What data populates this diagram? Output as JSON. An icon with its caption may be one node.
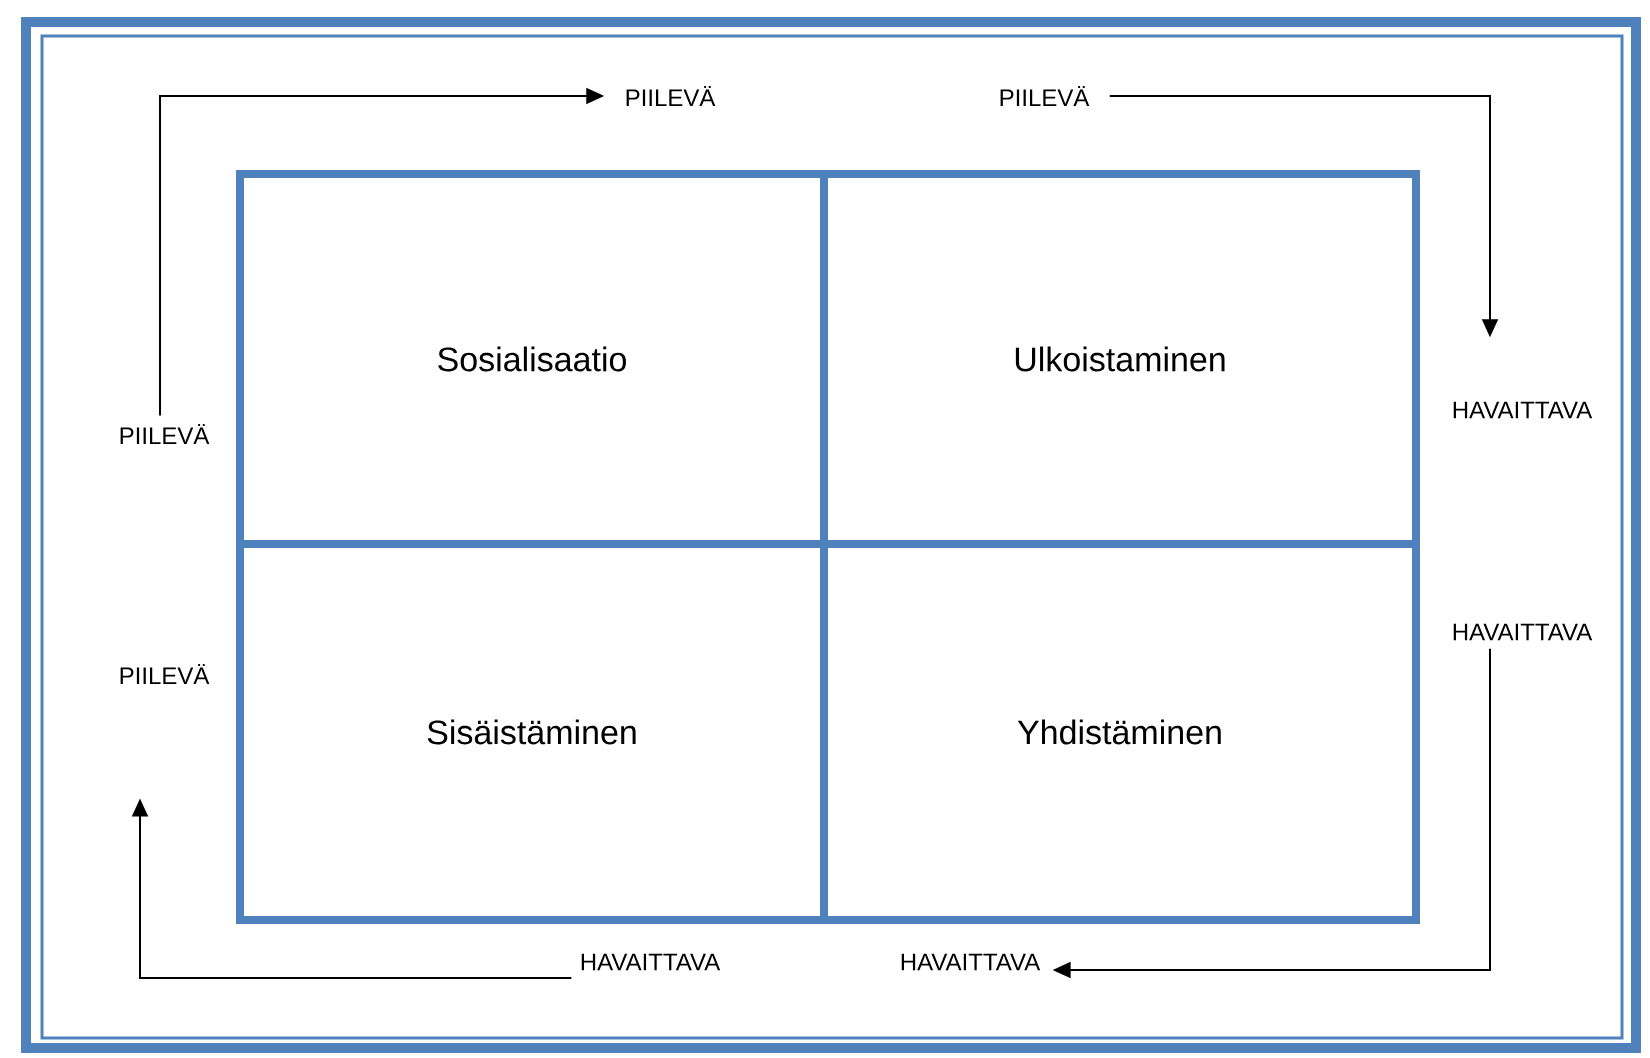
{
  "diagram": {
    "nodes": [
      {
        "text": [
          "PIILEVÄ"
        ]
      },
      {
        "text": [
          "PIILEVÄ"
        ]
      },
      {
        "text": [
          "Sosialisaatio"
        ]
      },
      {
        "text": [
          "Ulkoistaminen"
        ]
      },
      {
        "text": [
          "PIILEVÄ"
        ]
      },
      {
        "text": [
          "HAVAITTAVA"
        ]
      },
      {
        "text": [
          "PIILEVÄ"
        ]
      },
      {
        "text": [
          "HAVAITTAVA"
        ]
      },
      {
        "text": [
          "Sisäistäminen"
        ]
      },
      {
        "text": [
          "Yhdistäminen"
        ]
      },
      {
        "text": [
          "HAVAITTAVA"
        ]
      },
      {
        "text": [
          "HAVAITTAVA"
        ]
      }
    ],
    "edges": [
      {
        "from": 4,
        "to": 0,
        "arrow": "to"
      },
      {
        "from": 1,
        "to": 5,
        "arrow": "to"
      },
      {
        "from": 7,
        "to": 11,
        "arrow": "to"
      },
      {
        "from": 10,
        "to": 6,
        "arrow": "to"
      }
    ]
  }
}
